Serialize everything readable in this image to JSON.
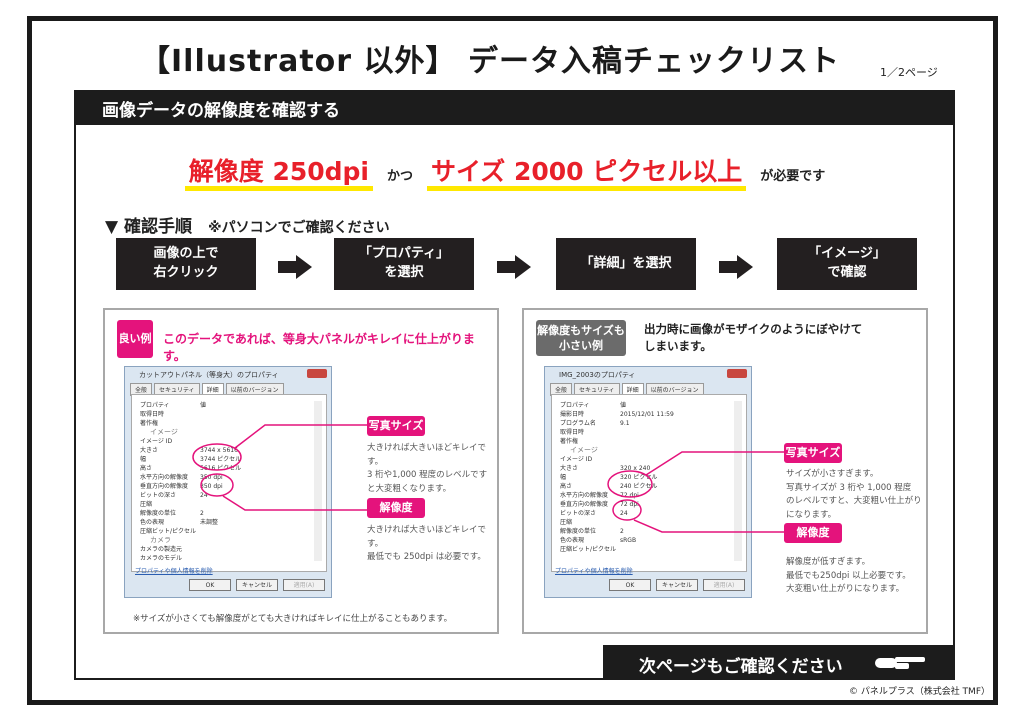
{
  "title": "【Illustrator 以外】 データ入稿チェックリスト",
  "page_number": "1／2ページ",
  "section_title": "画像データの解像度を確認する",
  "requirement": {
    "part1": "解像度 250dpi",
    "conj": "かつ",
    "part2": "サイズ 2000 ピクセル以上",
    "suffix": "が必要です"
  },
  "procedure": {
    "heading": "▼ 確認手順",
    "note": "※パソコンでご確認ください",
    "steps": [
      "画像の上で\n右クリック",
      "「プロパティ」\nを選択",
      "「詳細」を選択",
      "「イメージ」\nで確認"
    ]
  },
  "good": {
    "badge": "良い例",
    "headline": "このデータであれば、等身大パネルがキレイに仕上がります。",
    "dialog": {
      "title": "カットアウトパネル（等身大）のプロパティ",
      "tabs": [
        "全般",
        "セキュリティ",
        "詳細",
        "以前のバージョン"
      ],
      "rows": [
        {
          "k": "プロパティ",
          "v": "値"
        },
        {
          "k": "取得日時",
          "v": ""
        },
        {
          "k": "著作権",
          "v": ""
        },
        {
          "k": "イメージ",
          "v": "",
          "sec": true
        },
        {
          "k": "イメージ ID",
          "v": ""
        },
        {
          "k": "大きさ",
          "v": "3744 x 5616"
        },
        {
          "k": "幅",
          "v": "3744 ピクセル"
        },
        {
          "k": "高さ",
          "v": "5616 ピクセル"
        },
        {
          "k": "水平方向の解像度",
          "v": "350 dpi"
        },
        {
          "k": "垂直方向の解像度",
          "v": "350 dpi"
        },
        {
          "k": "ビットの深さ",
          "v": "24"
        },
        {
          "k": "圧縮",
          "v": ""
        },
        {
          "k": "解像度の単位",
          "v": "2"
        },
        {
          "k": "色の表現",
          "v": "未調整"
        },
        {
          "k": "圧縮ビット/ピクセル",
          "v": ""
        },
        {
          "k": "カメラ",
          "v": "",
          "sec": true
        },
        {
          "k": "カメラの製造元",
          "v": ""
        },
        {
          "k": "カメラのモデル",
          "v": ""
        }
      ],
      "link": "プロパティや個人情報を削除",
      "buttons": [
        "OK",
        "キャンセル",
        "適用(A)"
      ]
    },
    "size_tag": "写真サイズ",
    "size_desc": "大きければ大きいほどキレイです。\n3 桁や1,000 程度のレベルです\nと大変粗くなります。",
    "res_tag": "解像度",
    "res_desc": "大きければ大きいほどキレイです。\n最低でも 250dpi は必要です。",
    "footnote": "※サイズが小さくても解像度がとても大きければキレイに仕上がることもあります。"
  },
  "bad": {
    "badge": "解像度もサイズも\n小さい例",
    "headline": "出力時に画像がモザイクのようにぼやけて\nしまいます。",
    "dialog": {
      "title": "IMG_2003のプロパティ",
      "tabs": [
        "全般",
        "セキュリティ",
        "詳細",
        "以前のバージョン"
      ],
      "rows": [
        {
          "k": "プロパティ",
          "v": "値"
        },
        {
          "k": "撮影日時",
          "v": "2015/12/01 11:59"
        },
        {
          "k": "プログラム名",
          "v": "9.1"
        },
        {
          "k": "取得日時",
          "v": ""
        },
        {
          "k": "著作権",
          "v": ""
        },
        {
          "k": "イメージ",
          "v": "",
          "sec": true
        },
        {
          "k": "イメージ ID",
          "v": ""
        },
        {
          "k": "大きさ",
          "v": "320 x 240"
        },
        {
          "k": "幅",
          "v": "320 ピクセル"
        },
        {
          "k": "高さ",
          "v": "240 ピクセル"
        },
        {
          "k": "水平方向の解像度",
          "v": "72 dpi"
        },
        {
          "k": "垂直方向の解像度",
          "v": "72 dpi"
        },
        {
          "k": "ビットの深さ",
          "v": "24"
        },
        {
          "k": "圧縮",
          "v": ""
        },
        {
          "k": "解像度の単位",
          "v": "2"
        },
        {
          "k": "色の表現",
          "v": "sRGB"
        },
        {
          "k": "圧縮ビット/ピクセル",
          "v": ""
        }
      ],
      "link": "プロパティや個人情報を削除",
      "buttons": [
        "OK",
        "キャンセル",
        "適用(A)"
      ]
    },
    "size_tag": "写真サイズ",
    "size_desc": "サイズが小さすぎます。\n写真サイズが 3 桁や 1,000 程度\nのレベルですと、大変粗い仕上がり\nになります。",
    "res_tag": "解像度",
    "res_desc": "解像度が低すぎます。\n最低でも250dpi 以上必要です。\n大変粗い仕上がりになります。"
  },
  "next_page": "次ページもご確認ください",
  "copyright": "© パネルプラス（株式会社 TMF）",
  "colors": {
    "accent": "#e4137c",
    "red": "#e8202a",
    "highlight": "#ffe800",
    "dark": "#1c1c1c"
  }
}
